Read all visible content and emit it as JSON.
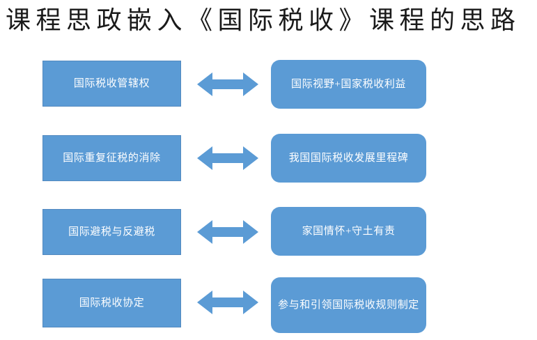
{
  "slide": {
    "title": "课程思政嵌入《国际税收》课程的思路",
    "background_color": "#FFFFFF",
    "accent_color": "#5B9BD5",
    "text_color": "#FFFFFF"
  },
  "diagram": {
    "type": "paired-mapping",
    "connector_icon": "double-headed-arrow-icon",
    "rows": [
      {
        "left": "国际税收管辖权",
        "connector": "double-headed-arrow-icon",
        "right": "国际视野+国家税收利益"
      },
      {
        "left": "国际重复征税的消除",
        "connector": "double-headed-arrow-icon",
        "right": "我国国际税收发展里程碑"
      },
      {
        "left": "国际避税与反避税",
        "connector": "double-headed-arrow-icon",
        "right": "家国情怀+守土有责"
      },
      {
        "left": "国际税收协定",
        "connector": "double-headed-arrow-icon",
        "right": "参与和引领国际税收规则制定"
      }
    ]
  }
}
